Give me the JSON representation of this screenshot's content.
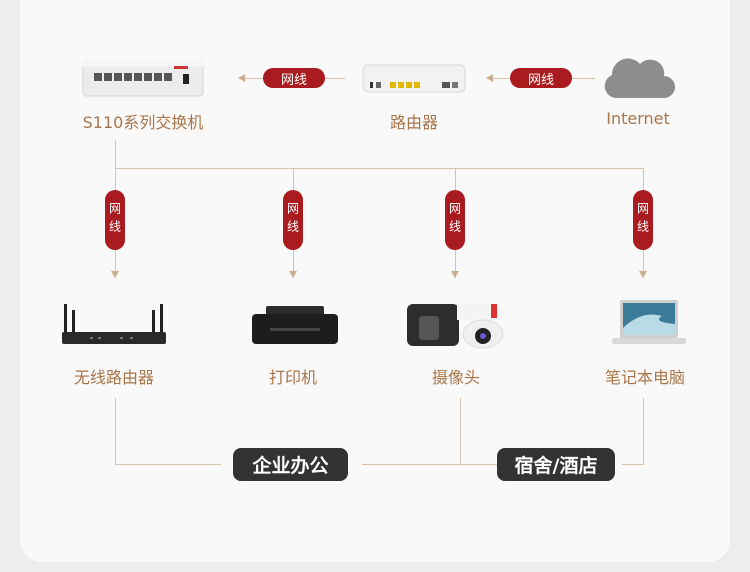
{
  "top": {
    "switch_label": "S110系列交换机",
    "router_label": "路由器",
    "internet_label": "Internet",
    "cable_label_1": "网线",
    "cable_label_2": "网线"
  },
  "branches": [
    {
      "cable": "网线",
      "label": "无线路由器"
    },
    {
      "cable": "网线",
      "label": "打印机"
    },
    {
      "cable": "网线",
      "label": "摄像头"
    },
    {
      "cable": "网线",
      "label": "笔记本电脑"
    }
  ],
  "scenarios": [
    "企业办公",
    "宿舍/酒店"
  ],
  "colors": {
    "accent": "#a91b1f",
    "label": "#a9754a",
    "line": "#d6c3ad"
  }
}
